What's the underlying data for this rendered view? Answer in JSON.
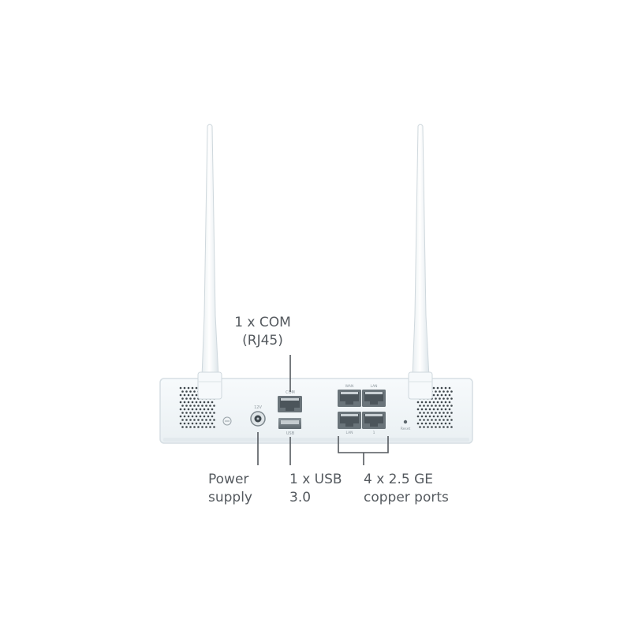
{
  "callouts": {
    "com": {
      "line1": "1 x COM",
      "line2": "(RJ45)"
    },
    "power": {
      "line1": "Power",
      "line2": "supply"
    },
    "usb": {
      "line1": "1 x USB",
      "line2": "3.0"
    },
    "ports": {
      "line1": "4 x 2.5 GE",
      "line2": "copper ports"
    }
  },
  "device": {
    "port_labels": [
      "WAN",
      "LAN",
      "LAN",
      "1"
    ],
    "power_label": "12V",
    "com_label": "COM",
    "usb_label": "USB",
    "reset_label": "Reset"
  },
  "colors": {
    "body": "#f3f7fa",
    "body_edge": "#d9e1e6",
    "antenna": "#fafcfd",
    "antenna_edge": "#cfd8dd",
    "leader": "#555a5f",
    "port": "#6c757b",
    "text": "#555a5f"
  }
}
